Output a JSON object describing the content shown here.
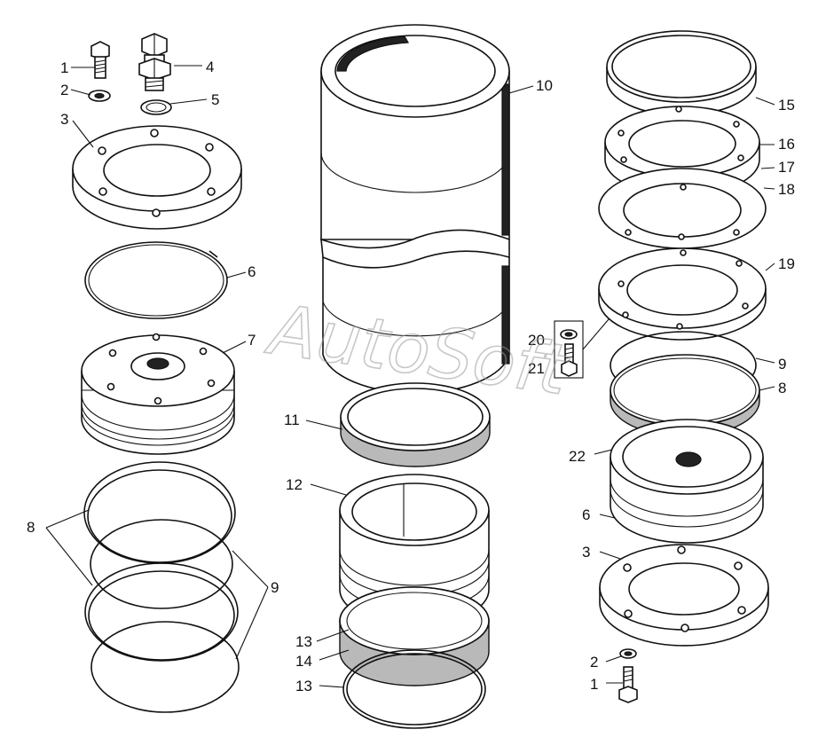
{
  "watermark": "AutoSoft",
  "callouts": {
    "c1_left": "1",
    "c2_left": "2",
    "c3_left": "3",
    "c4": "4",
    "c5": "5",
    "c6_left": "6",
    "c7": "7",
    "c8_left": "8",
    "c9_left": "9",
    "c10": "10",
    "c11": "11",
    "c12": "12",
    "c13_top": "13",
    "c14": "14",
    "c13_bottom": "13",
    "c15": "15",
    "c16": "16",
    "c17": "17",
    "c18": "18",
    "c19": "19",
    "c20": "20",
    "c21": "21",
    "c9_right": "9",
    "c8_right": "8",
    "c22": "22",
    "c6_right": "6",
    "c3_right": "3",
    "c2_right": "2",
    "c1_right": "1"
  }
}
